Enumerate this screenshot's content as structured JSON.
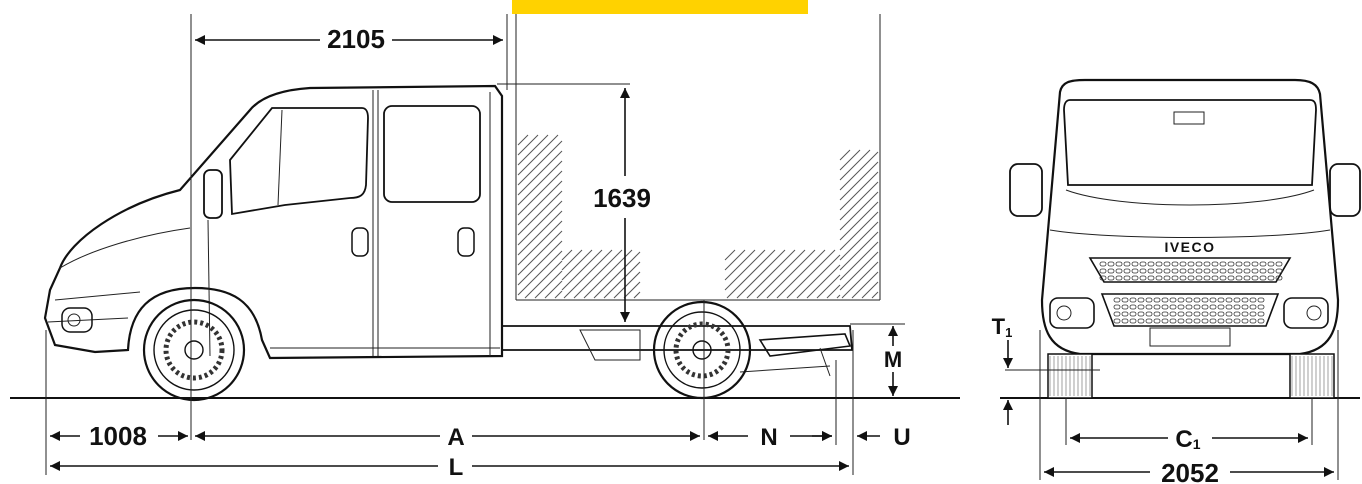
{
  "diagram": {
    "highlight_color": "#ffd200",
    "side_view": {
      "dim_cab_length": "2105",
      "dim_cab_height": "1639",
      "dim_front_overhang": "1008",
      "label_wheelbase": "A",
      "label_rear_overhang": "N",
      "label_rear_extra": "U",
      "label_total_length": "L",
      "label_frame_height": "M"
    },
    "front_view": {
      "brand": "IVECO",
      "label_track": "C",
      "label_track_sub": "1",
      "label_ground_clearance": "T",
      "label_ground_clearance_sub": "1",
      "dim_width": "2052"
    }
  }
}
